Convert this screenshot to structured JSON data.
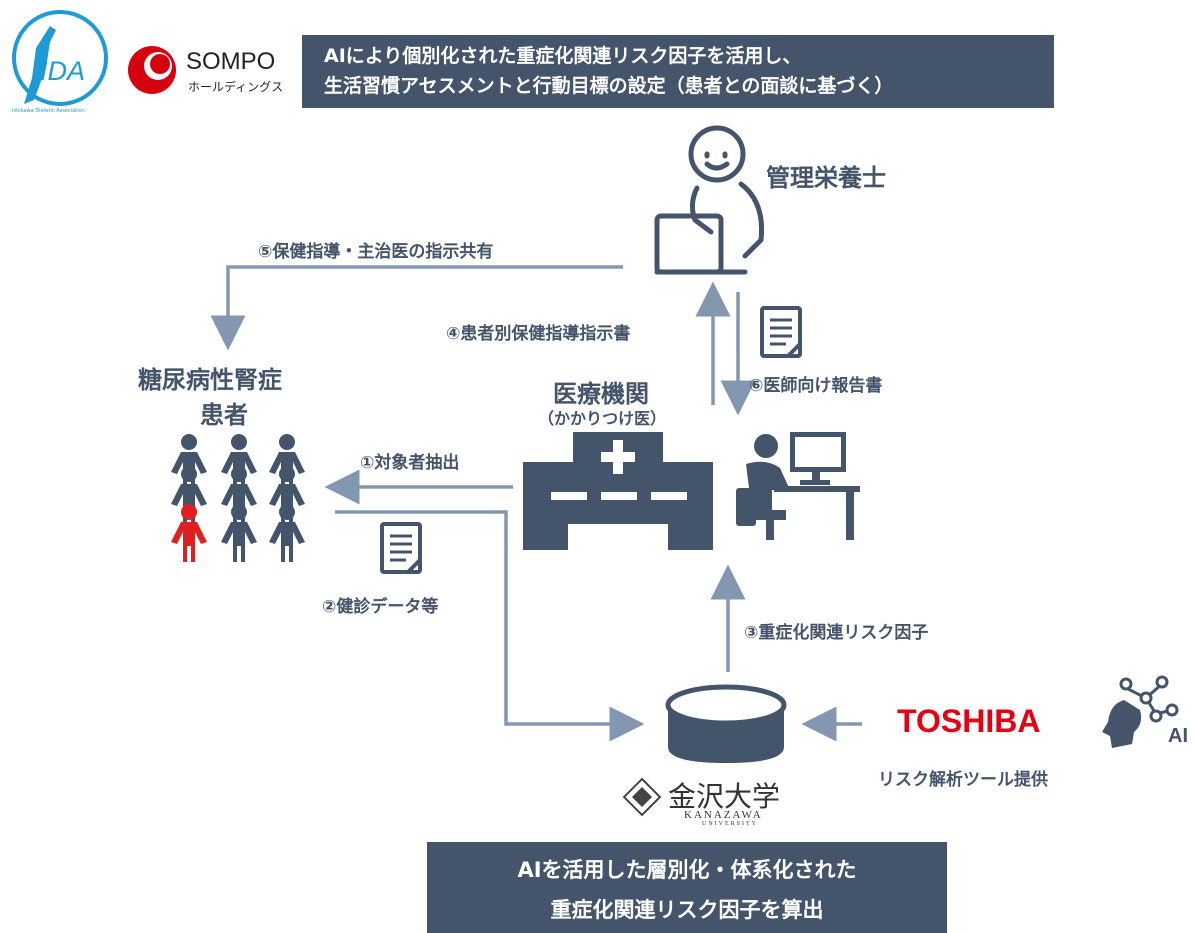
{
  "logos": {
    "ida": {
      "text": "IDA",
      "sub": "Ishikawa Dietetic Association"
    },
    "sompo": {
      "name": "SOMPO",
      "sub": "ホールディングス"
    },
    "toshiba": "TOSHIBA",
    "ai_badge": "AI",
    "kanazawa": {
      "name": "金沢大学",
      "sub1": "KANAZAWA",
      "sub2": "UNIVERSITY"
    }
  },
  "banners": {
    "top_line1": "AIにより個別化された重症化関連リスク因子を活用し、",
    "top_line2": "生活習慣アセスメントと行動目標の設定（患者との面談に基づく）",
    "bottom_line1": "AIを活用した層別化・体系化された",
    "bottom_line2": "重症化関連リスク因子を算出"
  },
  "actors": {
    "dietitian": "管理栄養士",
    "patients_line1": "糖尿病性腎症",
    "patients_line2": "患者",
    "clinic": "医療機関",
    "clinic_sub": "（かかりつけ医）",
    "toshiba_role": "リスク解析ツール提供"
  },
  "steps": {
    "s1": "①対象者抽出",
    "s2": "②健診データ等",
    "s3": "③重症化関連リスク因子",
    "s4": "④患者別保健指導指示書",
    "s5": "⑤保健指導・主治医の指示共有",
    "s6": "⑥医師向け報告書"
  },
  "colors": {
    "navy": "#44546a",
    "arrow": "#8497b0",
    "highlight_patient": "#e02020",
    "toshiba_red": "#e60012",
    "sompo_red": "#d7000f",
    "ida_blue": "#1e9bd7"
  }
}
